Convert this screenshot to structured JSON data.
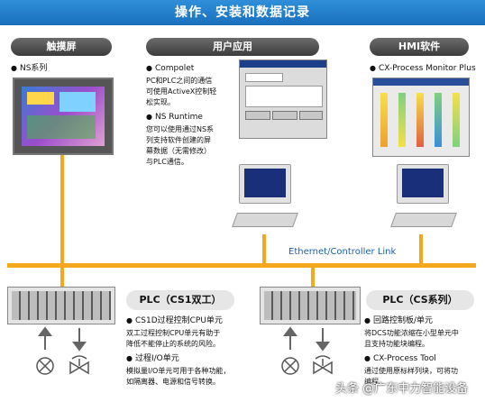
{
  "title": "操作、安装和数据记录",
  "sections": {
    "touch": {
      "header": "触摸屏",
      "bullet": "NS系列"
    },
    "user_app": {
      "header": "用户应用",
      "b1": "Compolet",
      "t1": [
        "PC和PLC之间的通信",
        "可使用ActiveX控制轻",
        "松实现。"
      ],
      "b2": "NS Runtime",
      "t2": [
        "您可以使用通过NS系",
        "列支持软件创建的屏",
        "幕数据（无需修改）",
        "与PLC通信。"
      ]
    },
    "hmi": {
      "header": "HMI软件",
      "bullet": "CX-Process Monitor Plus"
    }
  },
  "network_label": "Ethernet/Controller Link",
  "plc1": {
    "header": "PLC（CS1双工）",
    "b1": "CS1D过程控制CPU单元",
    "t1": [
      "双工过程控制CPU单元有助于",
      "降低不能停止的系统的风险。"
    ],
    "b2": "过程I/O单元",
    "t2": [
      "模拟量I/O单元可用于各种功能，",
      "如隔离器、电源和信号转换。"
    ]
  },
  "plc2": {
    "header": "PLC（CS系列）",
    "b1": "回路控制板/单元",
    "t1": [
      "将DCS功能浓缩在小型单元中",
      "且支持功能块编程。"
    ],
    "b2": "CX-Process Tool",
    "t2": [
      "通过使用原标样列块，可将功",
      "编程。"
    ]
  },
  "watermark": "头条 @广东中力智能设备",
  "colors": {
    "banner": "#1f77c8",
    "bus": "#f4a81d",
    "pill": "#4a4a4a"
  }
}
